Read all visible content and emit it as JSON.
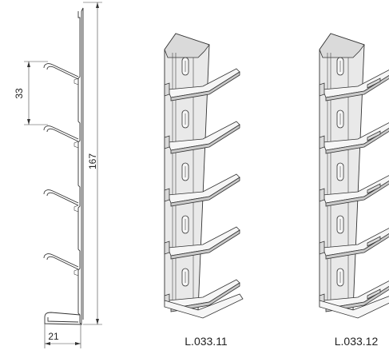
{
  "profile_drawing": {
    "dimensions": {
      "pitch": "33",
      "height": "167",
      "width": "21"
    }
  },
  "products": [
    {
      "code": "L.033.11"
    },
    {
      "code": "L.033.12"
    }
  ]
}
